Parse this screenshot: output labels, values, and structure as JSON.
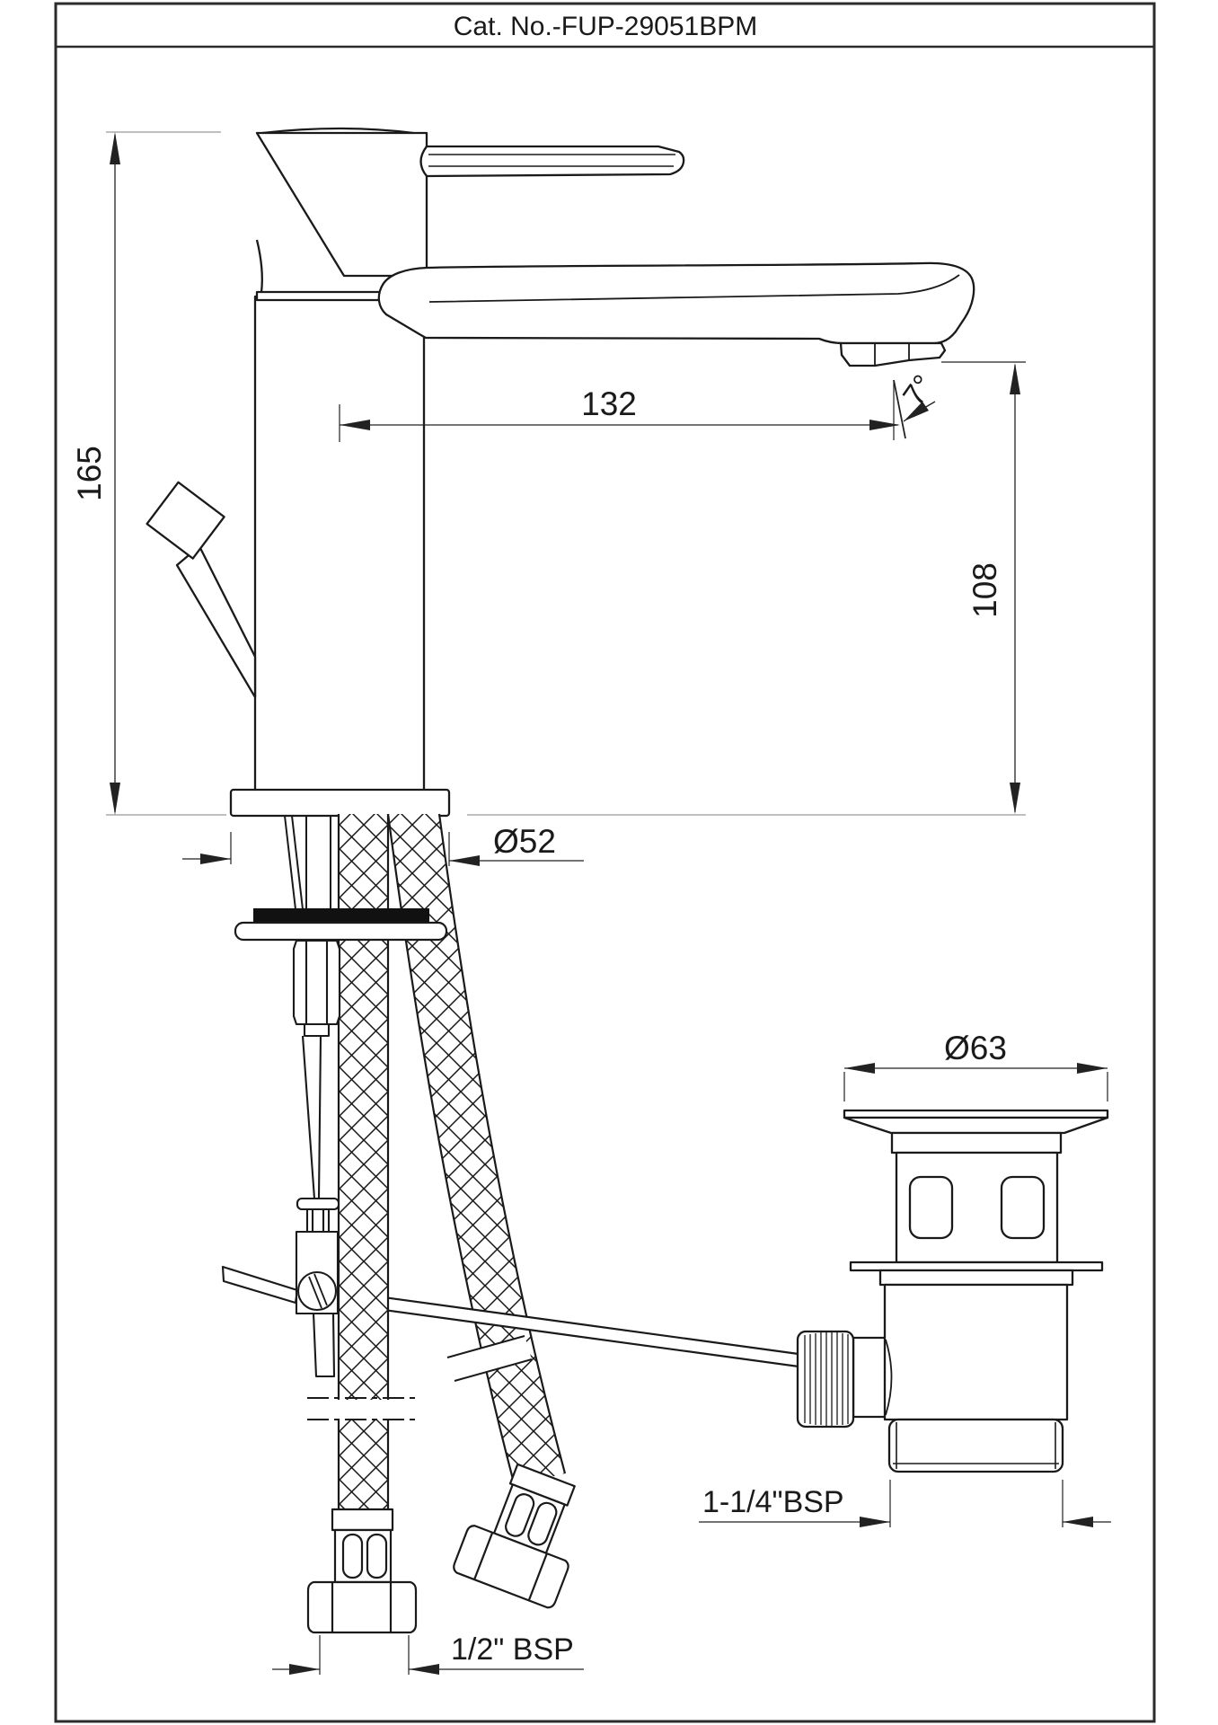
{
  "title_block": {
    "catalog_number": "Cat. No.-FUP-29051BPM"
  },
  "dims": {
    "overall_height": "165",
    "spout_reach": "132",
    "spout_angle": "7°",
    "spout_height": "108",
    "base_diameter": "Ø52",
    "waste_flange_diameter": "Ø63",
    "waste_thread": "1-1/4\"BSP",
    "inlet_thread": "1/2\" BSP"
  },
  "colors": {
    "line": "#1a1a1a",
    "dim": "#222222",
    "background": "#ffffff",
    "gasket": "#111111"
  }
}
